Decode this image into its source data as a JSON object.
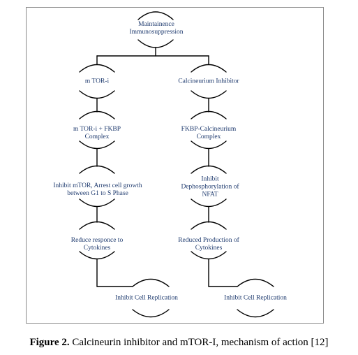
{
  "nodes": {
    "root": [
      "Maintainence",
      "Immunosuppression"
    ],
    "left": [
      [
        "m TOR-i"
      ],
      [
        "m TOR-i + FKBP",
        "Complex"
      ],
      [
        "Inhibit mTOR, Arrest cell growth",
        "between G1 to S Phase"
      ],
      [
        "Reduce responce to",
        "Cytokines"
      ],
      [
        "Inhibit Cell Replication"
      ]
    ],
    "right": [
      [
        "Calcineurium Inhibitor"
      ],
      [
        "FKBP-Calcineurium",
        "Complex"
      ],
      [
        "Inhibit",
        "Dephosphorylation of",
        "NFAT"
      ],
      [
        "Reduced Production of",
        "Cytokines"
      ],
      [
        "Inhibit Cell Replication"
      ]
    ]
  },
  "caption": {
    "label": "Figure 2.",
    "text": " Calcineurin inhibitor and mTOR-I, mechanism of action [12]"
  },
  "colors": {
    "connector": "#000000",
    "text": "#1e3a6e",
    "frame": "#8a8a8a"
  }
}
